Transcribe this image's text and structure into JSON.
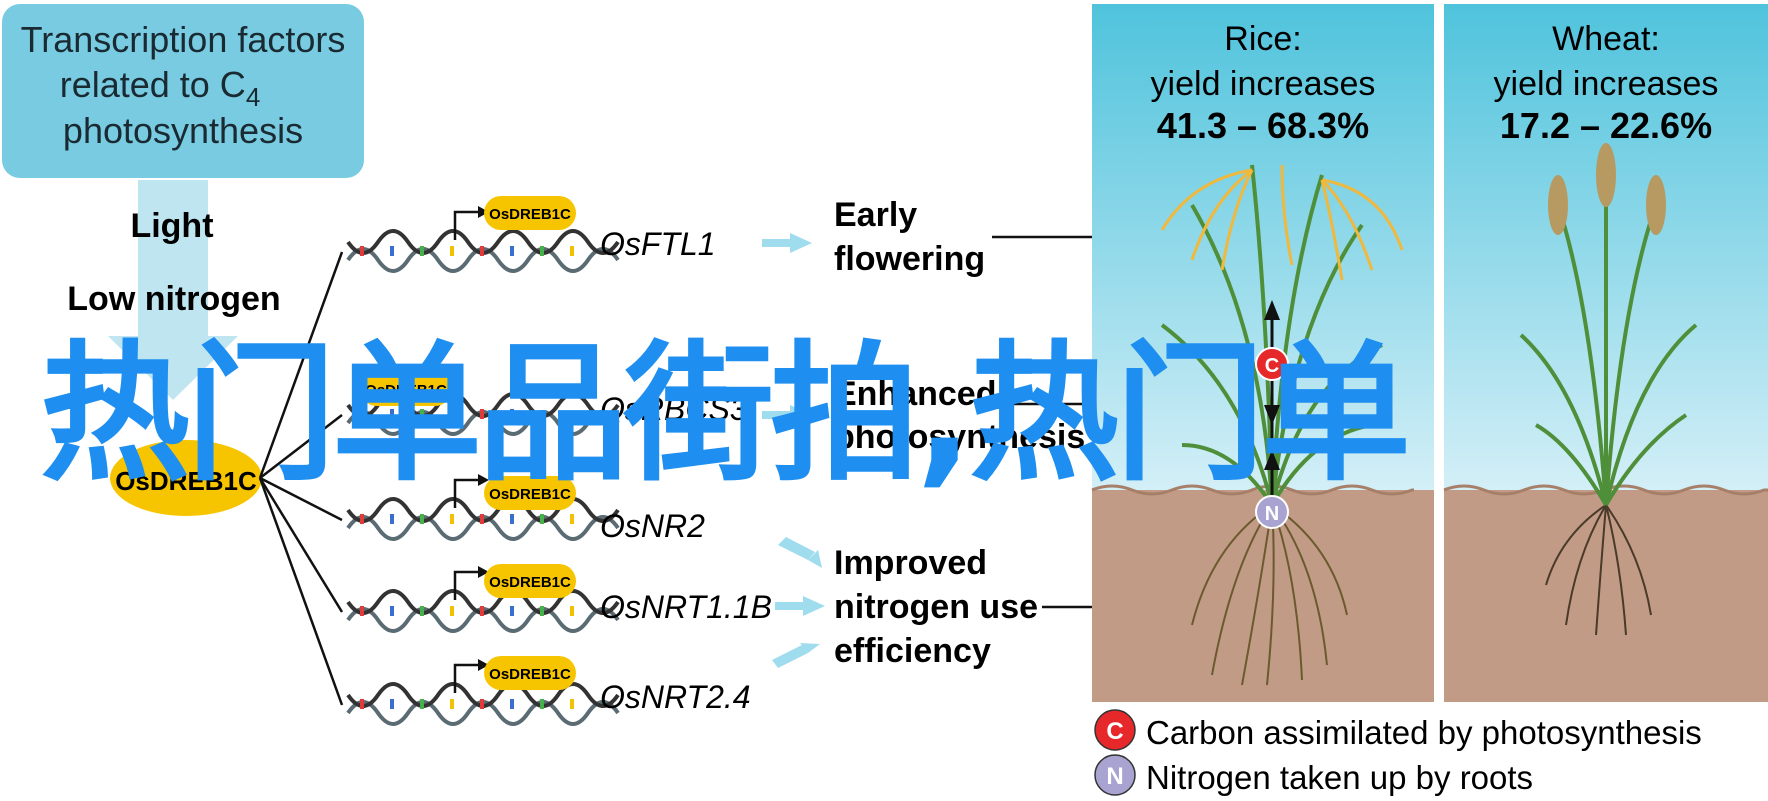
{
  "header_box": {
    "line1": "Transcription factors",
    "line2_prefix": "related to C",
    "line2_sub": "4",
    "line3": "photosynthesis"
  },
  "conditions": {
    "light": "Light",
    "low_nitrogen": "Low nitrogen"
  },
  "tf_hub_label": "OsDREB1C",
  "genes": [
    {
      "promoter": "OsDREB1C",
      "gene": "OsFTL1"
    },
    {
      "promoter": "OsDREB1C",
      "gene": "OsRBCS3"
    },
    {
      "promoter": "OsDREB1C",
      "gene": "OsNR2"
    },
    {
      "promoter": "OsDREB1C",
      "gene": "OsNRT1.1B"
    },
    {
      "promoter": "OsDREB1C",
      "gene": "OsNRT2.4"
    }
  ],
  "outcomes": {
    "early": [
      "Early",
      "flowering"
    ],
    "photo": [
      "Enhanced",
      "photosynthesis"
    ],
    "nitrogen": [
      "Improved",
      "nitrogen use",
      "efficiency"
    ]
  },
  "rice_panel": {
    "crop": "Rice:",
    "subtitle": "yield increases",
    "range": "41.3 – 68.3%"
  },
  "wheat_panel": {
    "crop": "Wheat:",
    "subtitle": "yield increases",
    "range": "17.2 – 22.6%"
  },
  "legend": [
    {
      "badge": "C",
      "label": "Carbon assimilated by photosynthesis"
    },
    {
      "badge": "N",
      "label": "Nitrogen taken up by roots"
    }
  ],
  "overlay_text": "热门单品街拍,热门单",
  "colors": {
    "header_box": "#78cbe0",
    "tf_yellow": "#f7c500",
    "sky_top": "#4fc3dc",
    "sky_bottom": "#cfeef6",
    "soil": "#c19b86",
    "carbon_badge": "#e6282b",
    "nitrogen_badge": "#a9a3d1",
    "overlay": "#1e8ff0",
    "arrow_light_blue": "#9fdcee"
  }
}
